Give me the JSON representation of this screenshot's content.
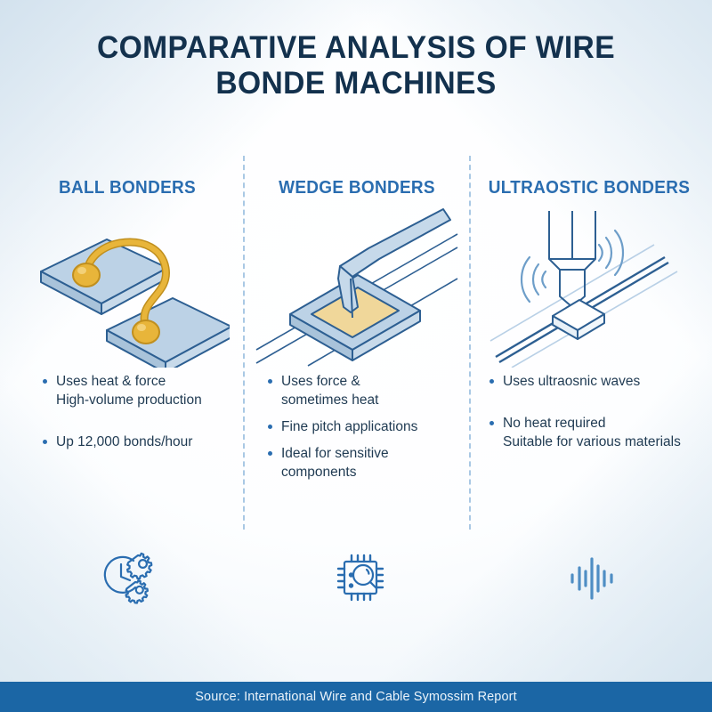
{
  "title": {
    "line1": "COMPARATIVE ANALYSIS OF WIRE",
    "line2": "BONDE MACHINES"
  },
  "colors": {
    "title": "#13314d",
    "heading": "#2a6db0",
    "body_text": "#1f3a52",
    "bullet": "#2a6db0",
    "footer_bar": "#1b66a5",
    "footer_text": "#eaf3fa",
    "divider": "#a9c8e4",
    "metal_fill": "#b9cfe3",
    "metal_stroke": "#2d5f92",
    "gold_fill": "#e8b53a",
    "gold_stroke": "#c08f1e",
    "pad_gold": "#f0d79a"
  },
  "columns": [
    {
      "heading": "BALL BONDERS",
      "illustration": "ball-bonder-illustration",
      "bullets": [
        {
          "text": "Uses heat & force",
          "sub": "High-volume production",
          "gap": true
        },
        {
          "text": "Up 12,000 bonds/hour",
          "sub": "",
          "gap": false
        }
      ],
      "icon": "clock-gears-icon"
    },
    {
      "heading": "WEDGE BONDERS",
      "illustration": "wedge-bonder-illustration",
      "bullets": [
        {
          "text": "Uses force &",
          "sub": "sometimes heat",
          "gap": false
        },
        {
          "text": "Fine pitch applications",
          "sub": "",
          "gap": false
        },
        {
          "text": "Ideal for sensitive",
          "sub": "components",
          "gap": false
        }
      ],
      "icon": "chip-magnifier-icon"
    },
    {
      "heading": "ULTRAOSTIC BONDERS",
      "illustration": "ultrasonic-bonder-illustration",
      "bullets": [
        {
          "text": "Uses ultraosnic waves",
          "sub": "",
          "gap": true
        },
        {
          "text": "No heat required",
          "sub": "Suitable for various materials",
          "gap": false
        }
      ],
      "icon": "sound-wave-icon"
    }
  ],
  "footer": {
    "source": "Source: International Wire and Cable Symossim Report"
  }
}
